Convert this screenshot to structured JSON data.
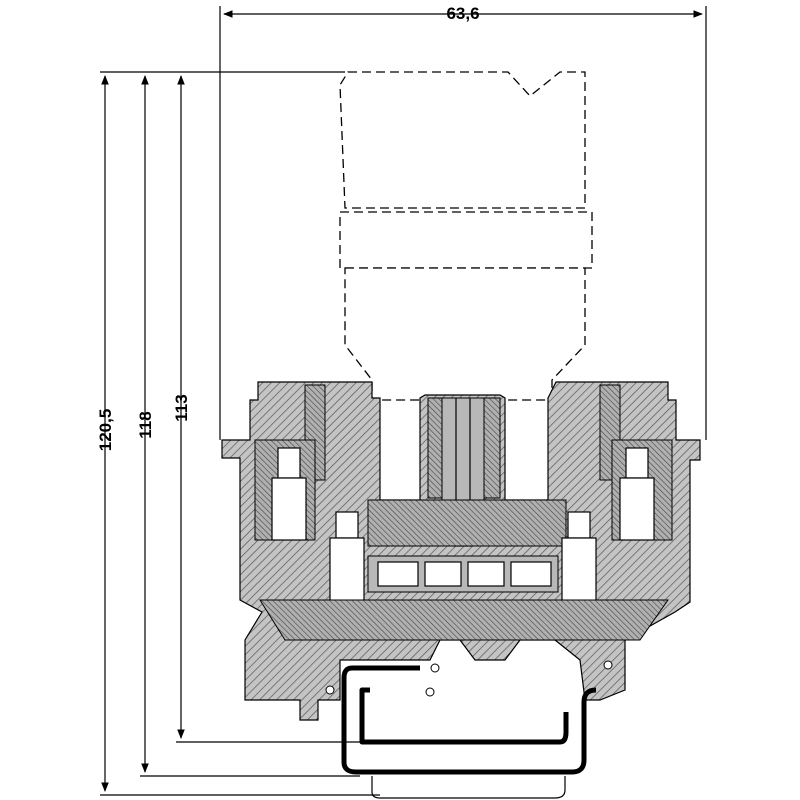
{
  "dimensions": {
    "width": "63,6",
    "height_total": "120,5",
    "height_mid": "118",
    "height_short": "113"
  },
  "colors": {
    "line": "#000000",
    "hatch_fill": "#bdbdbd",
    "background": "#ffffff"
  }
}
